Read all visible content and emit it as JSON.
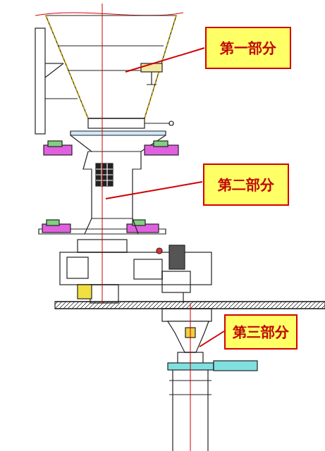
{
  "diagram": {
    "nodes": [
      {
        "text": [
          "第一部分"
        ]
      },
      {
        "text": [
          "第二部分"
        ]
      },
      {
        "text": [
          "第三部分"
        ]
      }
    ]
  }
}
